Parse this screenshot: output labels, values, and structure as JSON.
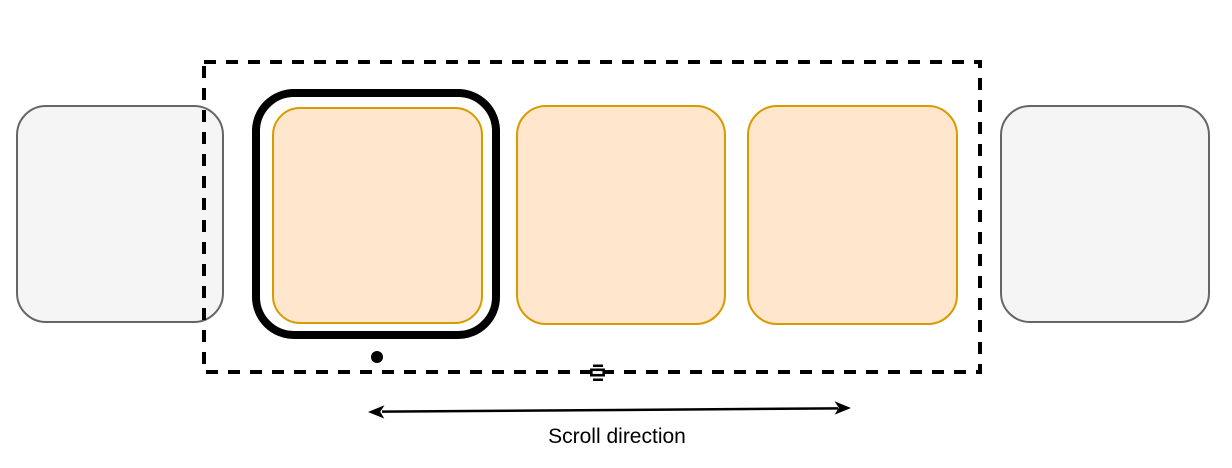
{
  "diagram": {
    "caption": "Scroll direction",
    "viewport": {
      "name": "scrollport",
      "border_style": "dashed"
    },
    "cards": [
      {
        "id": "offscreen-left",
        "style": "offscreen",
        "in_viewport": false,
        "selected": false
      },
      {
        "id": "card-1",
        "style": "highlighted",
        "in_viewport": true,
        "selected": true
      },
      {
        "id": "card-2",
        "style": "highlighted",
        "in_viewport": true,
        "selected": false
      },
      {
        "id": "card-3",
        "style": "highlighted",
        "in_viewport": true,
        "selected": false
      },
      {
        "id": "offscreen-right",
        "style": "offscreen",
        "in_viewport": false,
        "selected": false
      }
    ],
    "icons": {
      "viewport_border": "dashed-viewport-border",
      "selection": "selection-frame",
      "dot": "pagination-dot-icon",
      "scrollbar": "scrollbar-icon",
      "arrow": "double-headed-arrow-icon"
    }
  },
  "colors": {
    "ink": "#000000",
    "card-fill": "#ffe6cc",
    "card-stroke": "#d79b00",
    "offscreen-fill": "#f5f5f5",
    "offscreen-stroke": "#666666",
    "background": "#ffffff"
  }
}
